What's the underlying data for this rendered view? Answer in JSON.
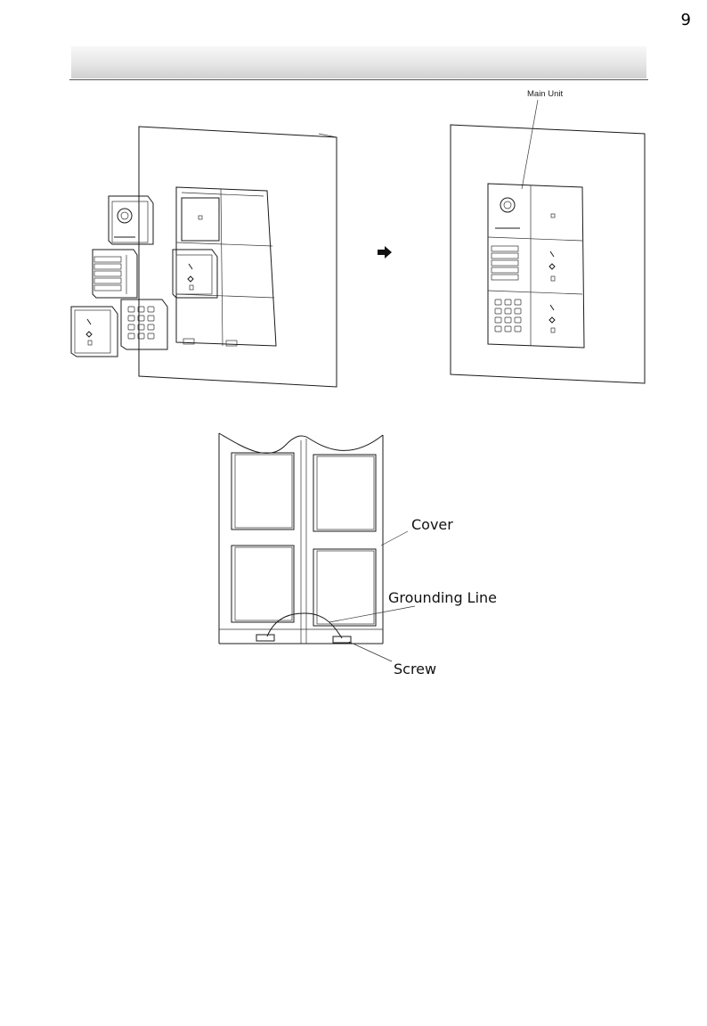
{
  "page": {
    "number": "9"
  },
  "figure_top": {
    "main_unit_label": "Main Unit"
  },
  "figure_bottom": {
    "cover_label": "Cover",
    "grounding_line_label": "Grounding Line",
    "screw_label": "Screw"
  }
}
